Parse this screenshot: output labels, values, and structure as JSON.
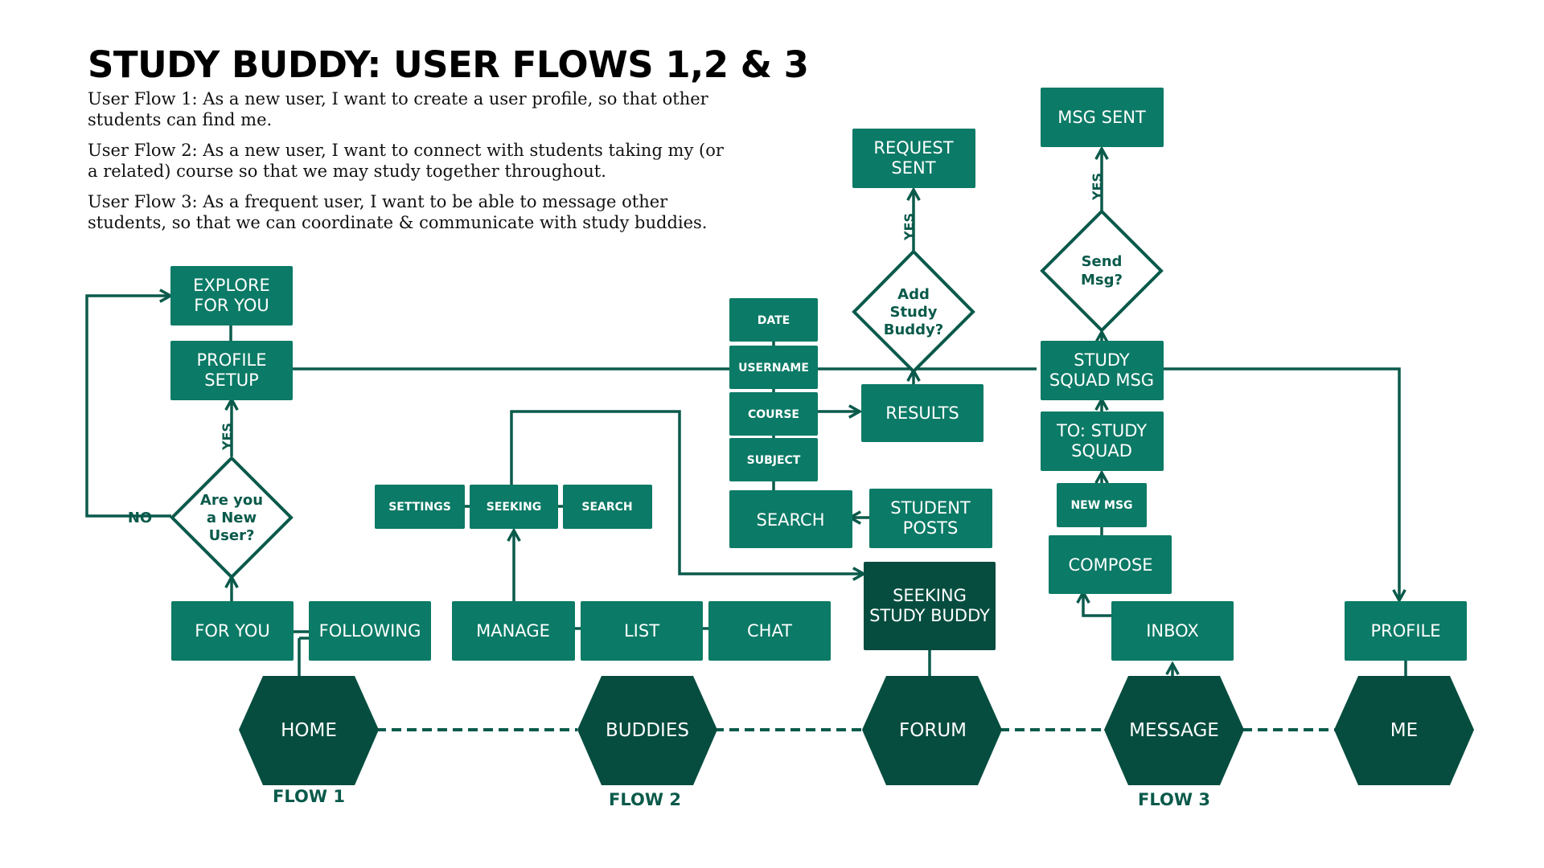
{
  "title": "STUDY BUDDY: USER FLOWS 1,2 & 3",
  "stories": [
    "User Flow 1: As a new user, I want to create a user profile, so that other students can find me.",
    "User Flow 2: As a new user, I want to connect with students taking my (or a related) course so that we may study together throughout.",
    "User Flow 3: As a frequent user, I want to be able to message other students, so that we can coordinate & communicate with study buddies."
  ],
  "hexes": {
    "home": "HOME",
    "buddies": "BUDDIES",
    "forum": "FORUM",
    "message": "MESSAGE",
    "me": "ME"
  },
  "flows": {
    "flow1": "FLOW 1",
    "flow2": "FLOW 2",
    "flow3": "FLOW 3"
  },
  "nodes": {
    "for_you": "FOR YOU",
    "following": "FOLLOWING",
    "explore": [
      "EXPLORE",
      "FOR YOU"
    ],
    "profile_setup": [
      "PROFILE",
      "SETUP"
    ],
    "manage": "MANAGE",
    "list": "LIST",
    "chat": "CHAT",
    "settings": "SETTINGS",
    "seeking": "SEEKING",
    "search_small": "SEARCH",
    "seeking_buddy": [
      "SEEKING",
      "STUDY BUDDY"
    ],
    "student_posts": [
      "STUDENT",
      "POSTS"
    ],
    "search": "SEARCH",
    "date": "DATE",
    "username": "USERNAME",
    "course": "COURSE",
    "subject": "SUBJECT",
    "results": "RESULTS",
    "request_sent": [
      "REQUEST",
      "SENT"
    ],
    "inbox": "INBOX",
    "compose": "COMPOSE",
    "new_msg": "NEW MSG",
    "to_squad": [
      "TO: STUDY",
      "SQUAD"
    ],
    "squad_msg": [
      "STUDY",
      "SQUAD MSG"
    ],
    "msg_sent": "MSG SENT",
    "profile": "PROFILE"
  },
  "decisions": {
    "new_user": [
      "Are you",
      "a New",
      "User?"
    ],
    "add_buddy": [
      "Add",
      "Study",
      "Buddy?"
    ],
    "send_msg": [
      "Send",
      "Msg?"
    ]
  },
  "edge_labels": {
    "yes": "YES",
    "no": "NO"
  },
  "colors": {
    "box": "#0b7a66",
    "box_dark": "#064d3f",
    "line": "#0a5a4b"
  }
}
